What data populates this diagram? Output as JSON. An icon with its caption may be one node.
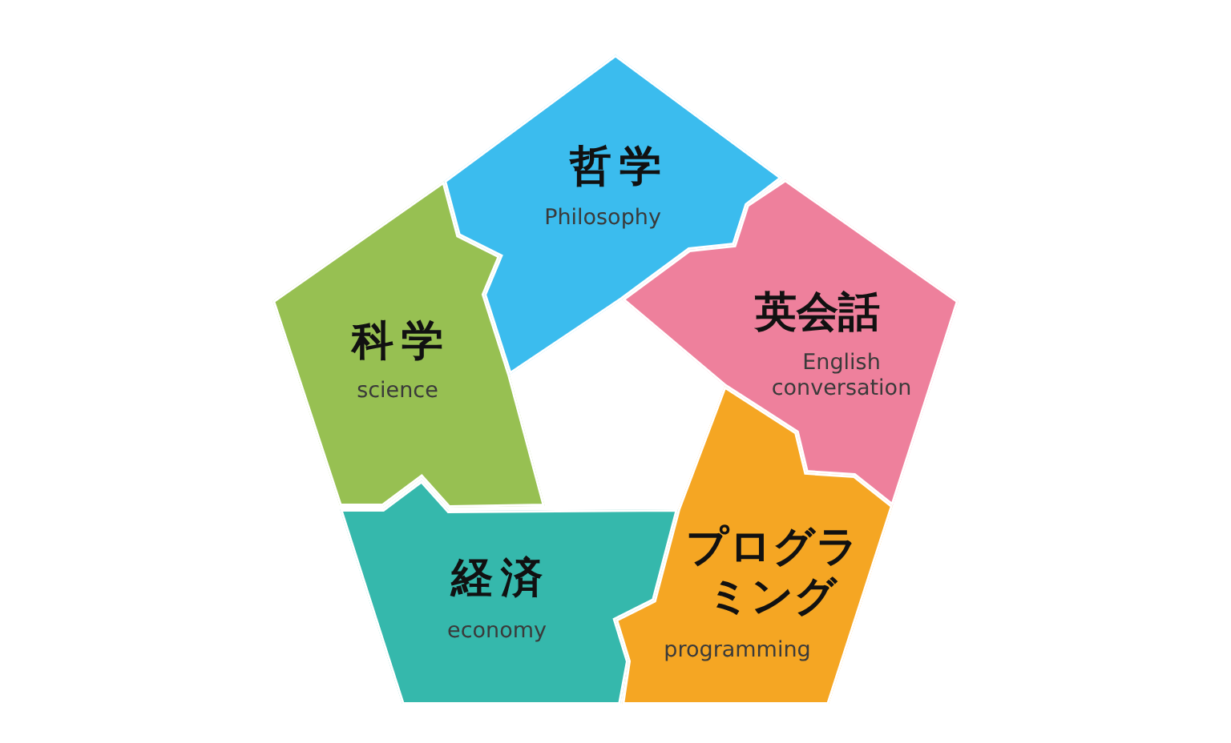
{
  "diagram": {
    "nodes": [
      {
        "text": [
          "哲学",
          "Philosophy"
        ]
      },
      {
        "text": [
          "英会話",
          "English conversation"
        ]
      },
      {
        "text": [
          "プログラミング",
          "programming"
        ]
      },
      {
        "text": [
          "経済",
          "economy"
        ]
      },
      {
        "text": [
          "科学",
          "science"
        ]
      }
    ]
  }
}
